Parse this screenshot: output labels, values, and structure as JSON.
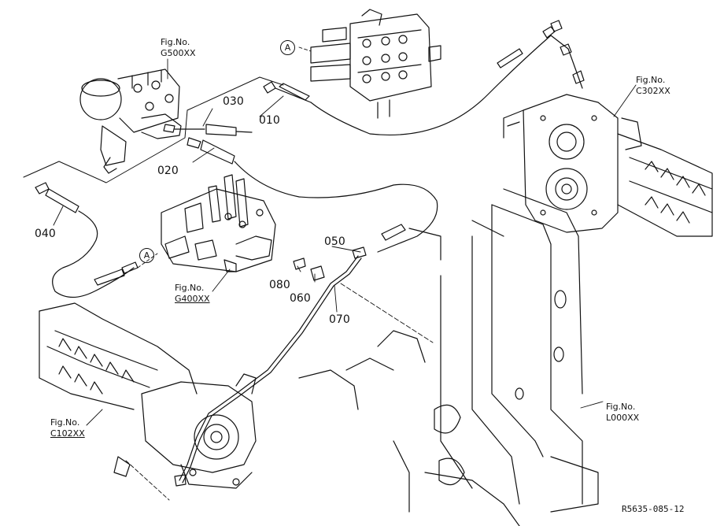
{
  "parts": [
    {
      "id": "p010",
      "label": "010"
    },
    {
      "id": "p020",
      "label": "020"
    },
    {
      "id": "p030",
      "label": "030"
    },
    {
      "id": "p040",
      "label": "040"
    },
    {
      "id": "p050",
      "label": "050"
    },
    {
      "id": "p060",
      "label": "060"
    },
    {
      "id": "p070",
      "label": "070"
    },
    {
      "id": "p080",
      "label": "080"
    }
  ],
  "figure_refs": {
    "g500": {
      "line1": "Fig.No.",
      "line2": "G500XX"
    },
    "c302": {
      "line1": "Fig.No.",
      "line2": "C302XX"
    },
    "g400": {
      "line1": "Fig.No.",
      "line2": "G400XX"
    },
    "c102": {
      "line1": "Fig.No.",
      "line2": "C102XX"
    },
    "l000": {
      "line1": "Fig.No.",
      "line2": "L000XX"
    }
  },
  "connection_marker": "A",
  "drawing_code": "R5635-085-12"
}
